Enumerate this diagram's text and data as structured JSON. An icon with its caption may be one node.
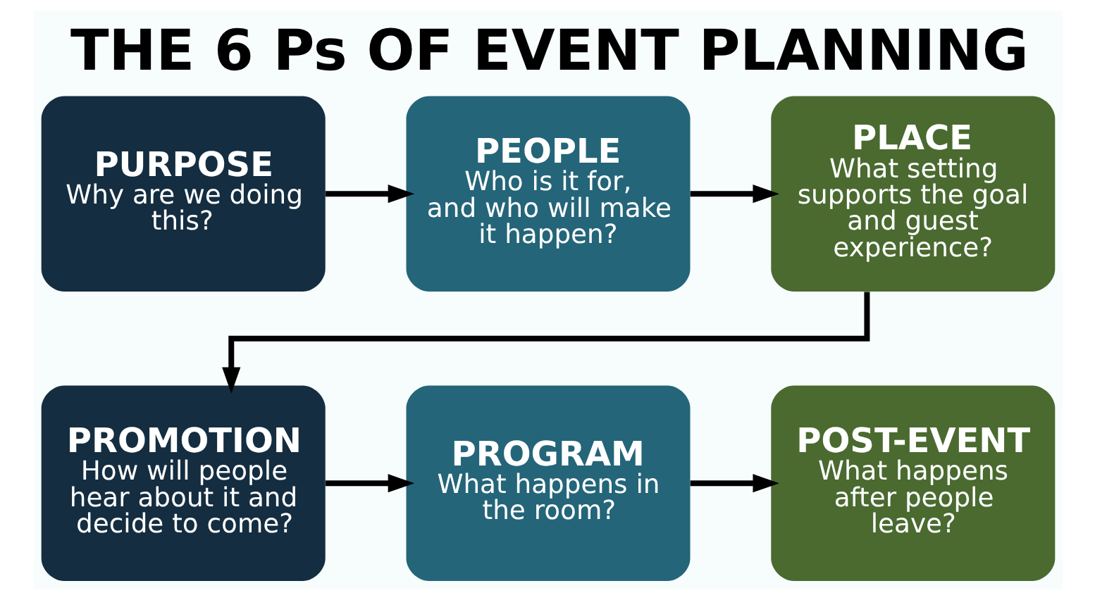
{
  "diagram": {
    "title": "THE 6 Ps OF EVENT PLANNING",
    "nodes": [
      {
        "text": [
          "PURPOSE",
          "Why are we doing this?"
        ]
      },
      {
        "text": [
          "PEOPLE",
          "Who is it for, and who will make it happen?"
        ]
      },
      {
        "text": [
          "PLACE",
          "What setting supports the goal and guest experience?"
        ]
      },
      {
        "text": [
          "PROMOTION",
          "How will people hear about it and decide to come?"
        ]
      },
      {
        "text": [
          "PROGRAM",
          "What happens in the room?"
        ]
      },
      {
        "text": [
          "POST-EVENT",
          "What happens after people leave?"
        ]
      }
    ],
    "edges": [
      {
        "from": 0,
        "to": 1,
        "arrow": "to"
      },
      {
        "from": 1,
        "to": 2,
        "arrow": "to"
      },
      {
        "from": 2,
        "to": 3,
        "arrow": "to"
      },
      {
        "from": 3,
        "to": 4,
        "arrow": "to"
      },
      {
        "from": 4,
        "to": 5,
        "arrow": "to"
      }
    ]
  }
}
